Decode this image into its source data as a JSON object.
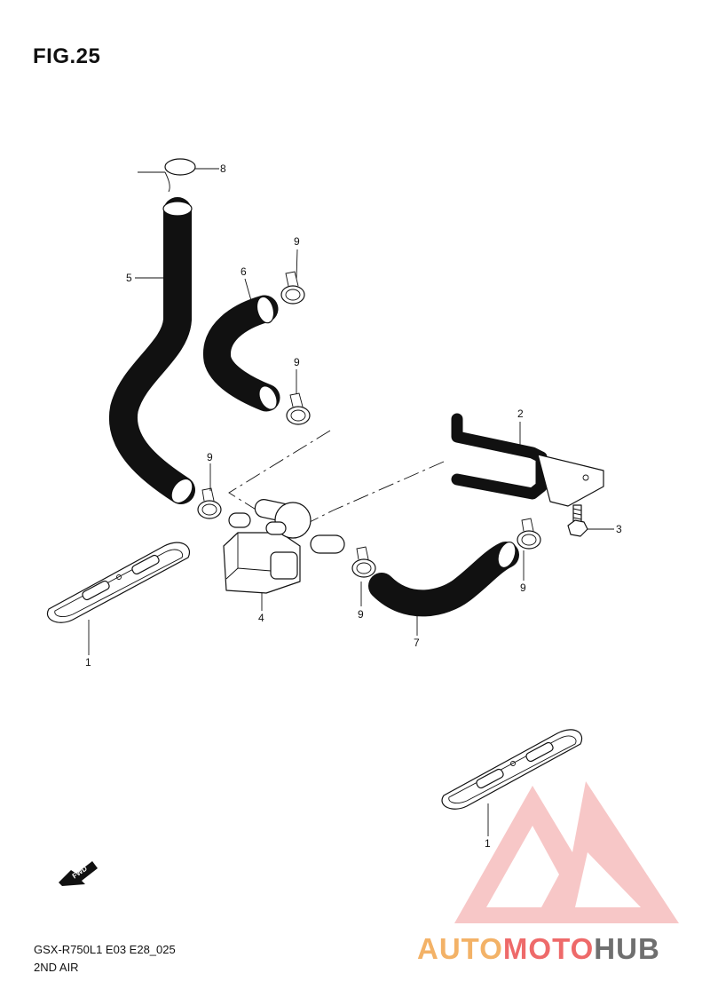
{
  "figure": {
    "title": "FIG.25"
  },
  "callouts": [
    "8",
    "5",
    "6",
    "9",
    "9",
    "9",
    "2",
    "3",
    "4",
    "9",
    "9",
    "7",
    "1",
    "1"
  ],
  "fwd_label": "FWD",
  "caption": {
    "model": "GSX-R750L1 E03 E28_025",
    "name": "2ND AIR"
  },
  "watermark": {
    "part1": "AUTO",
    "part2": "MOTO",
    "part3": "HUB",
    "colors": [
      "#f3b267",
      "#ee6a6a",
      "#6f6f6f"
    ]
  }
}
